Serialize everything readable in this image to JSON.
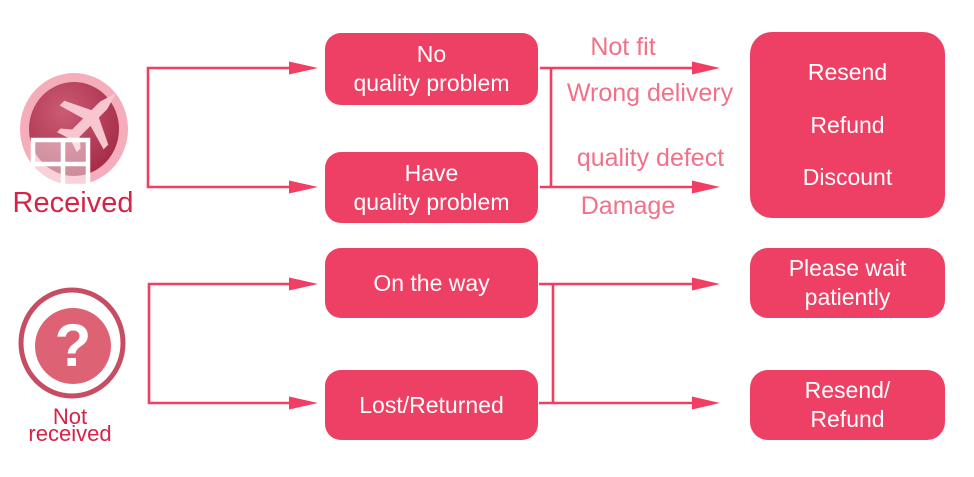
{
  "colors": {
    "box_fill": "#ee4064",
    "box_text": "#ffffff",
    "arrow": "#f03f62",
    "reason_text": "#f1718a",
    "source_label_text": "#d62348",
    "plane_icon_ring": "#f5adbb",
    "plane_icon_inner": "#ae3352",
    "plane_glyph": "#f8c6ce",
    "question_icon_ring": "#c64d64",
    "question_icon_fill": "#dc6274"
  },
  "sources": [
    {
      "icon": "airplane-package-icon",
      "label": "Received"
    },
    {
      "icon": "question-mark-icon",
      "label": "Not\nreceived"
    }
  ],
  "status_boxes": [
    {
      "text": "No\nquality problem"
    },
    {
      "text": "Have\nquality problem"
    },
    {
      "text": "On the way"
    },
    {
      "text": "Lost/Returned"
    }
  ],
  "reasons": [
    "Not fit",
    "Wrong delivery",
    "quality defect",
    "Damage"
  ],
  "outcomes": [
    {
      "text": "Resend\nRefund\nDiscount"
    },
    {
      "text": "Please wait\npatiently"
    },
    {
      "text": "Resend/\nRefund"
    }
  ]
}
